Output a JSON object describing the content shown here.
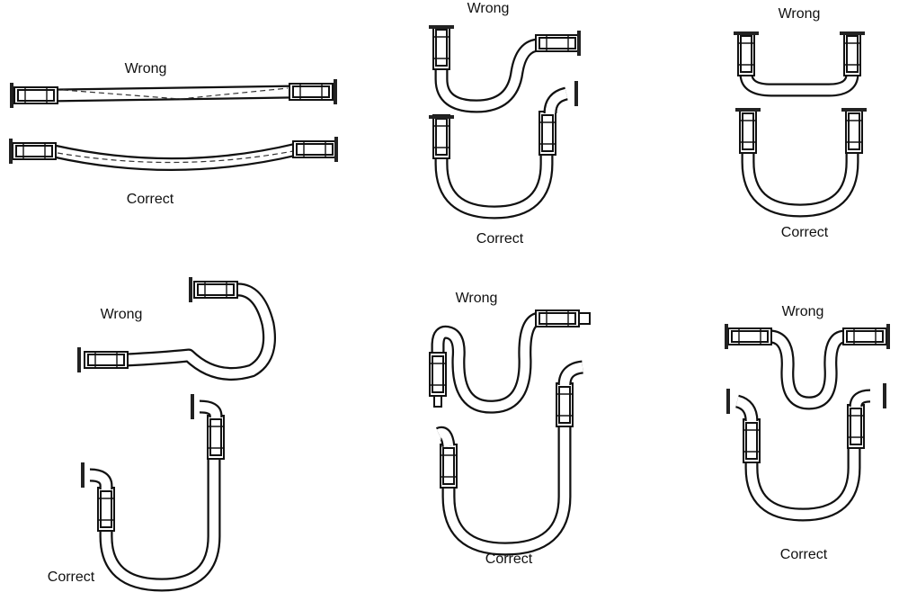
{
  "panels": [
    {
      "wrong_label": "Wrong",
      "correct_label": "Correct"
    },
    {
      "wrong_label": "Wrong",
      "correct_label": "Correct"
    },
    {
      "wrong_label": "Wrong",
      "correct_label": "Correct"
    },
    {
      "wrong_label": "Wrong",
      "correct_label": "Correct"
    },
    {
      "wrong_label": "Wrong",
      "correct_label": "Correct"
    },
    {
      "wrong_label": "Wrong",
      "correct_label": "Correct"
    }
  ]
}
